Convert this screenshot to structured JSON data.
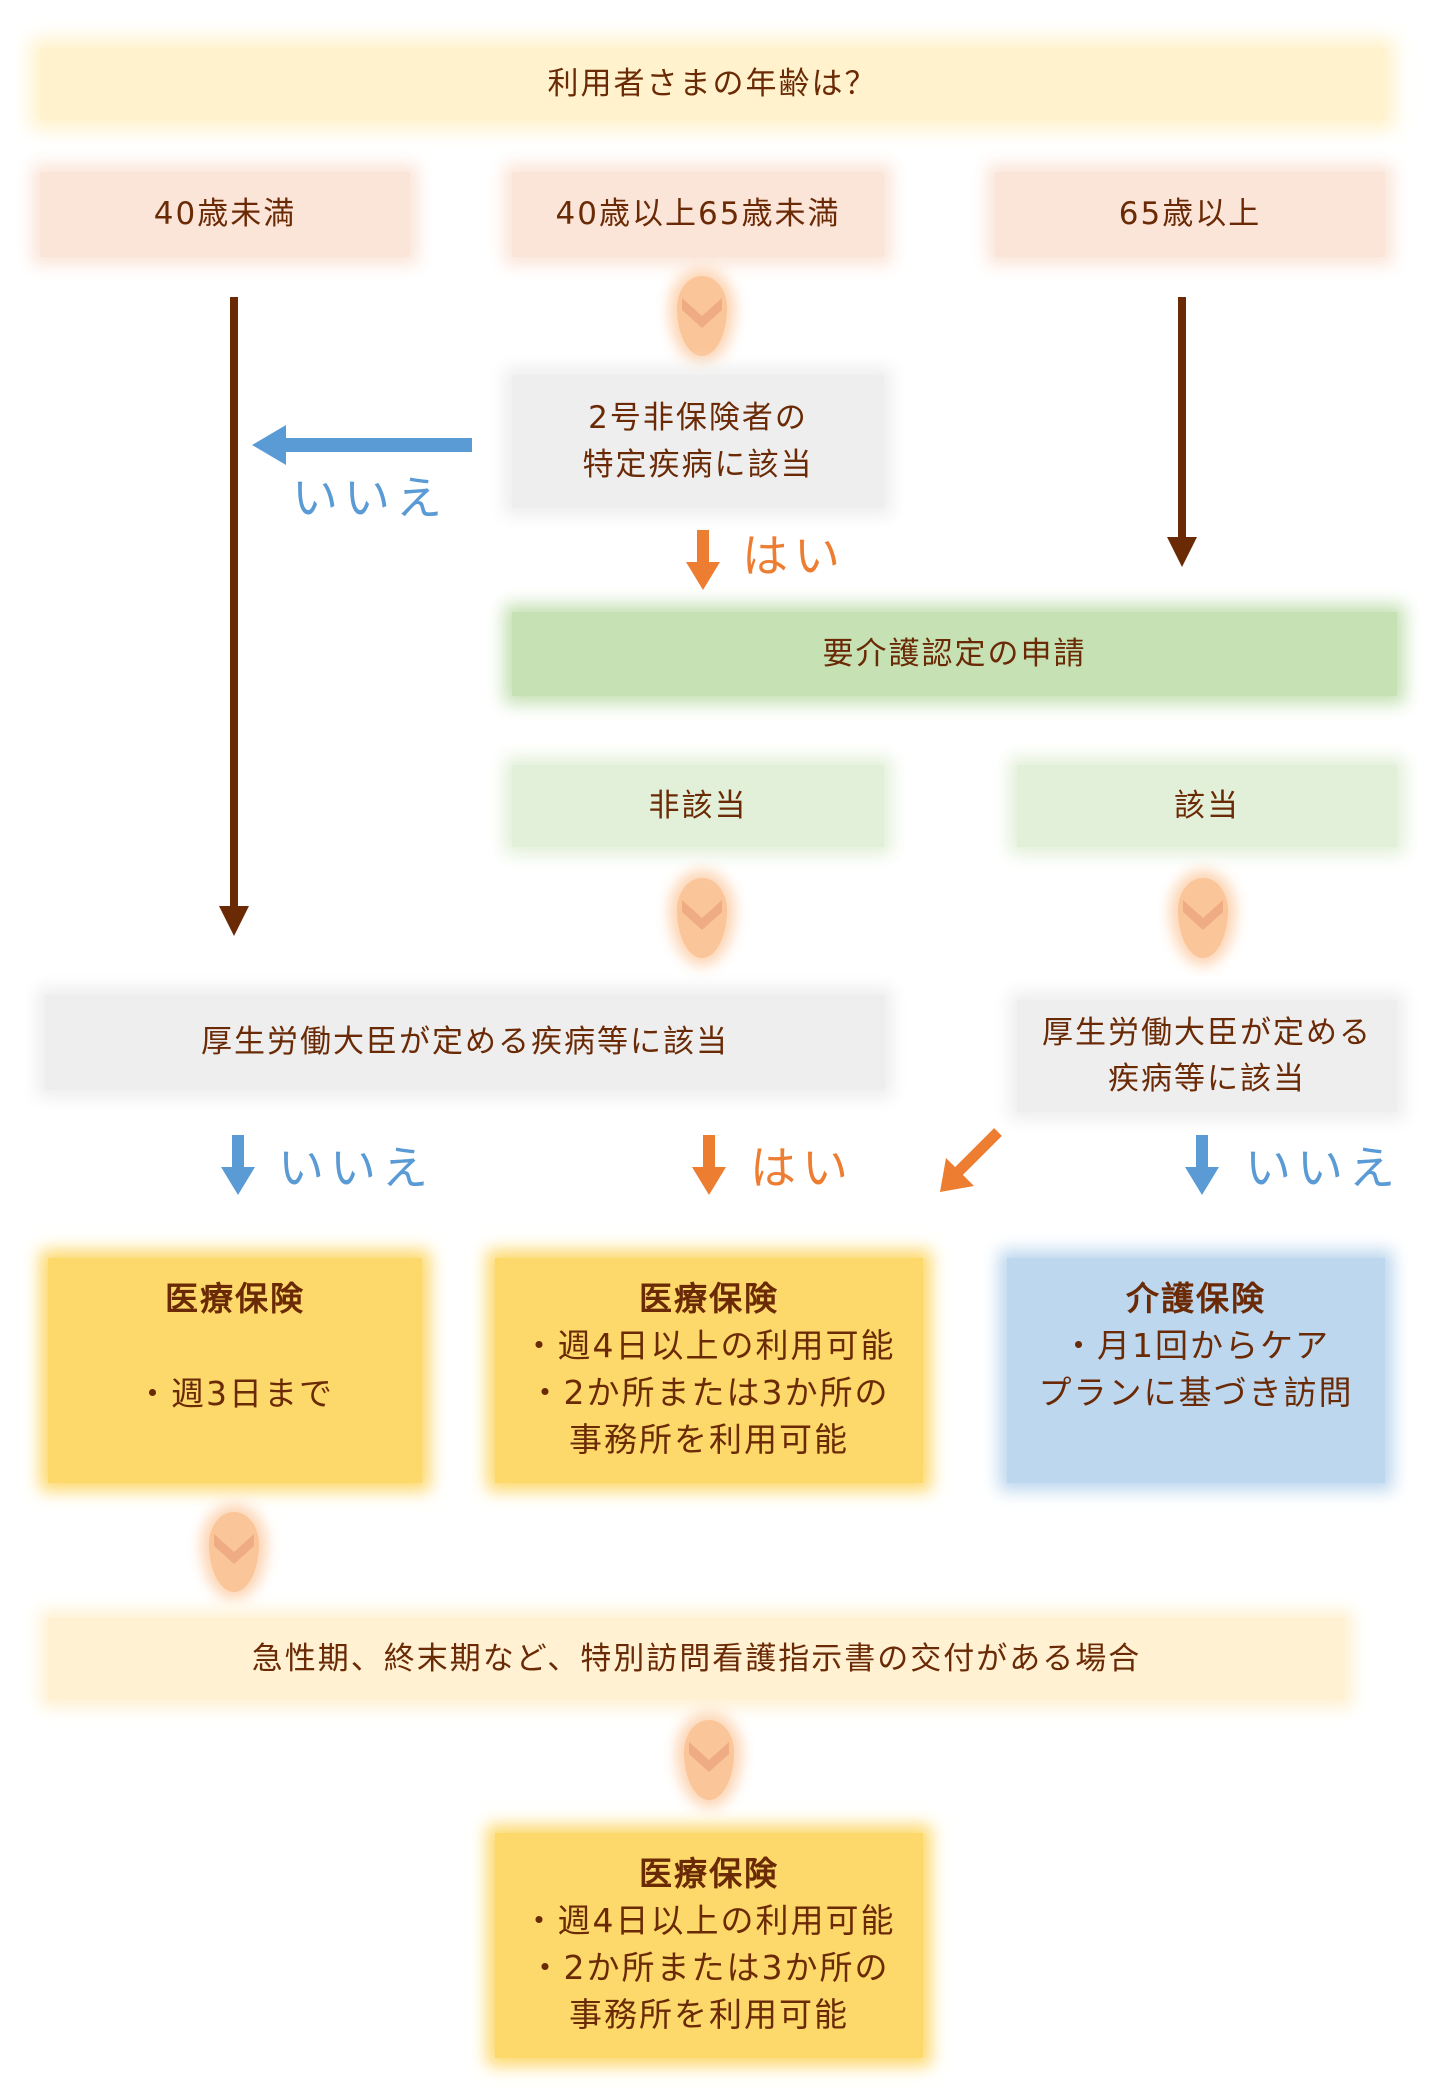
{
  "question": "利用者さまの年齢は？",
  "ages": [
    "40歳未満",
    "40歳以上65歳未満",
    "65歳以上"
  ],
  "specific_disease": [
    "2号非保険者の",
    "特定疾病に該当"
  ],
  "labels": {
    "yes": "はい",
    "no": "いいえ"
  },
  "application": "要介護認定の申請",
  "certification": {
    "not_applicable": "非該当",
    "applicable": "該当"
  },
  "minister_disease": {
    "single_line": "厚生労働大臣が定める疾病等に該当",
    "lines": [
      "厚生労働大臣が定める",
      "疾病等に該当"
    ]
  },
  "results": [
    {
      "title": "医療保険",
      "lines": [
        "・週3日まで"
      ]
    },
    {
      "title": "医療保険",
      "lines": [
        "・週4日以上の利用可能",
        "・2か所または3か所の",
        "事務所を利用可能"
      ]
    },
    {
      "title": "介護保険",
      "lines": [
        "・月1回からケア",
        "プランに基づき訪問"
      ]
    }
  ],
  "special_case": "急性期、終末期など、特別訪問看護指示書の交付がある場合",
  "final_result": {
    "title": "医療保険",
    "lines": [
      "・週4日以上の利用可能",
      "・2か所または3か所の",
      "事務所を利用可能"
    ]
  },
  "colors": {
    "text": "#6b2a06",
    "yes": "#ed7d31",
    "no": "#5b9bd5",
    "medical": "#fdd86a",
    "care": "#bdd7ee",
    "application": "#c6e1b4"
  },
  "icons": {
    "flow_chevron": "chevron-down-icon",
    "yes_arrow": "arrow-down-icon",
    "no_arrow": "arrow-left-icon"
  }
}
